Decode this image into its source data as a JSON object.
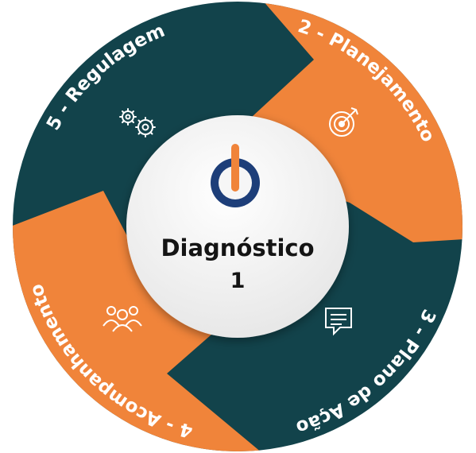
{
  "center": {
    "title": "Diagnóstico",
    "number": "1",
    "icon": "power-gauge-icon"
  },
  "segments": [
    {
      "label": "2 - Planejamento",
      "icon": "target-icon"
    },
    {
      "label": "3 - Plano de Ação",
      "icon": "chat-message-icon"
    },
    {
      "label": "4 - Acompanhamento",
      "icon": "team-icon"
    },
    {
      "label": "5 - Regulagem",
      "icon": "gears-icon"
    }
  ],
  "colors": {
    "orange": "#f0843a",
    "teal": "#12434b",
    "center_bg": "#f6f6f6",
    "center_text": "#141414",
    "gauge_blue": "#1d3e79"
  }
}
